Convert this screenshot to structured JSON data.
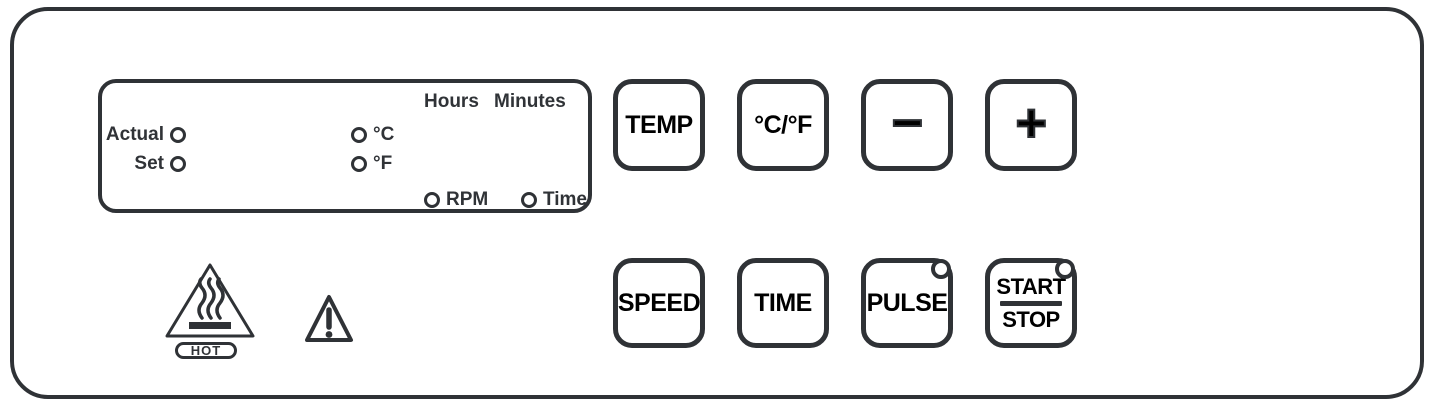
{
  "display": {
    "hours_label": "Hours",
    "minutes_label": "Minutes",
    "rows": {
      "actual": "Actual",
      "set": "Set",
      "celsius": "°C",
      "fahrenheit": "°F",
      "rpm": "RPM",
      "time": "Time"
    }
  },
  "buttons": {
    "temp": "TEMP",
    "unit_toggle": "°C/°F",
    "minus": "−",
    "plus": "+",
    "speed": "SPEED",
    "time": "TIME",
    "pulse": "PULSE",
    "start": "START",
    "stop": "STOP"
  },
  "warnings": {
    "hot_label": "HOT"
  },
  "colors": {
    "line": "#2f3236",
    "background": "#ffffff"
  }
}
